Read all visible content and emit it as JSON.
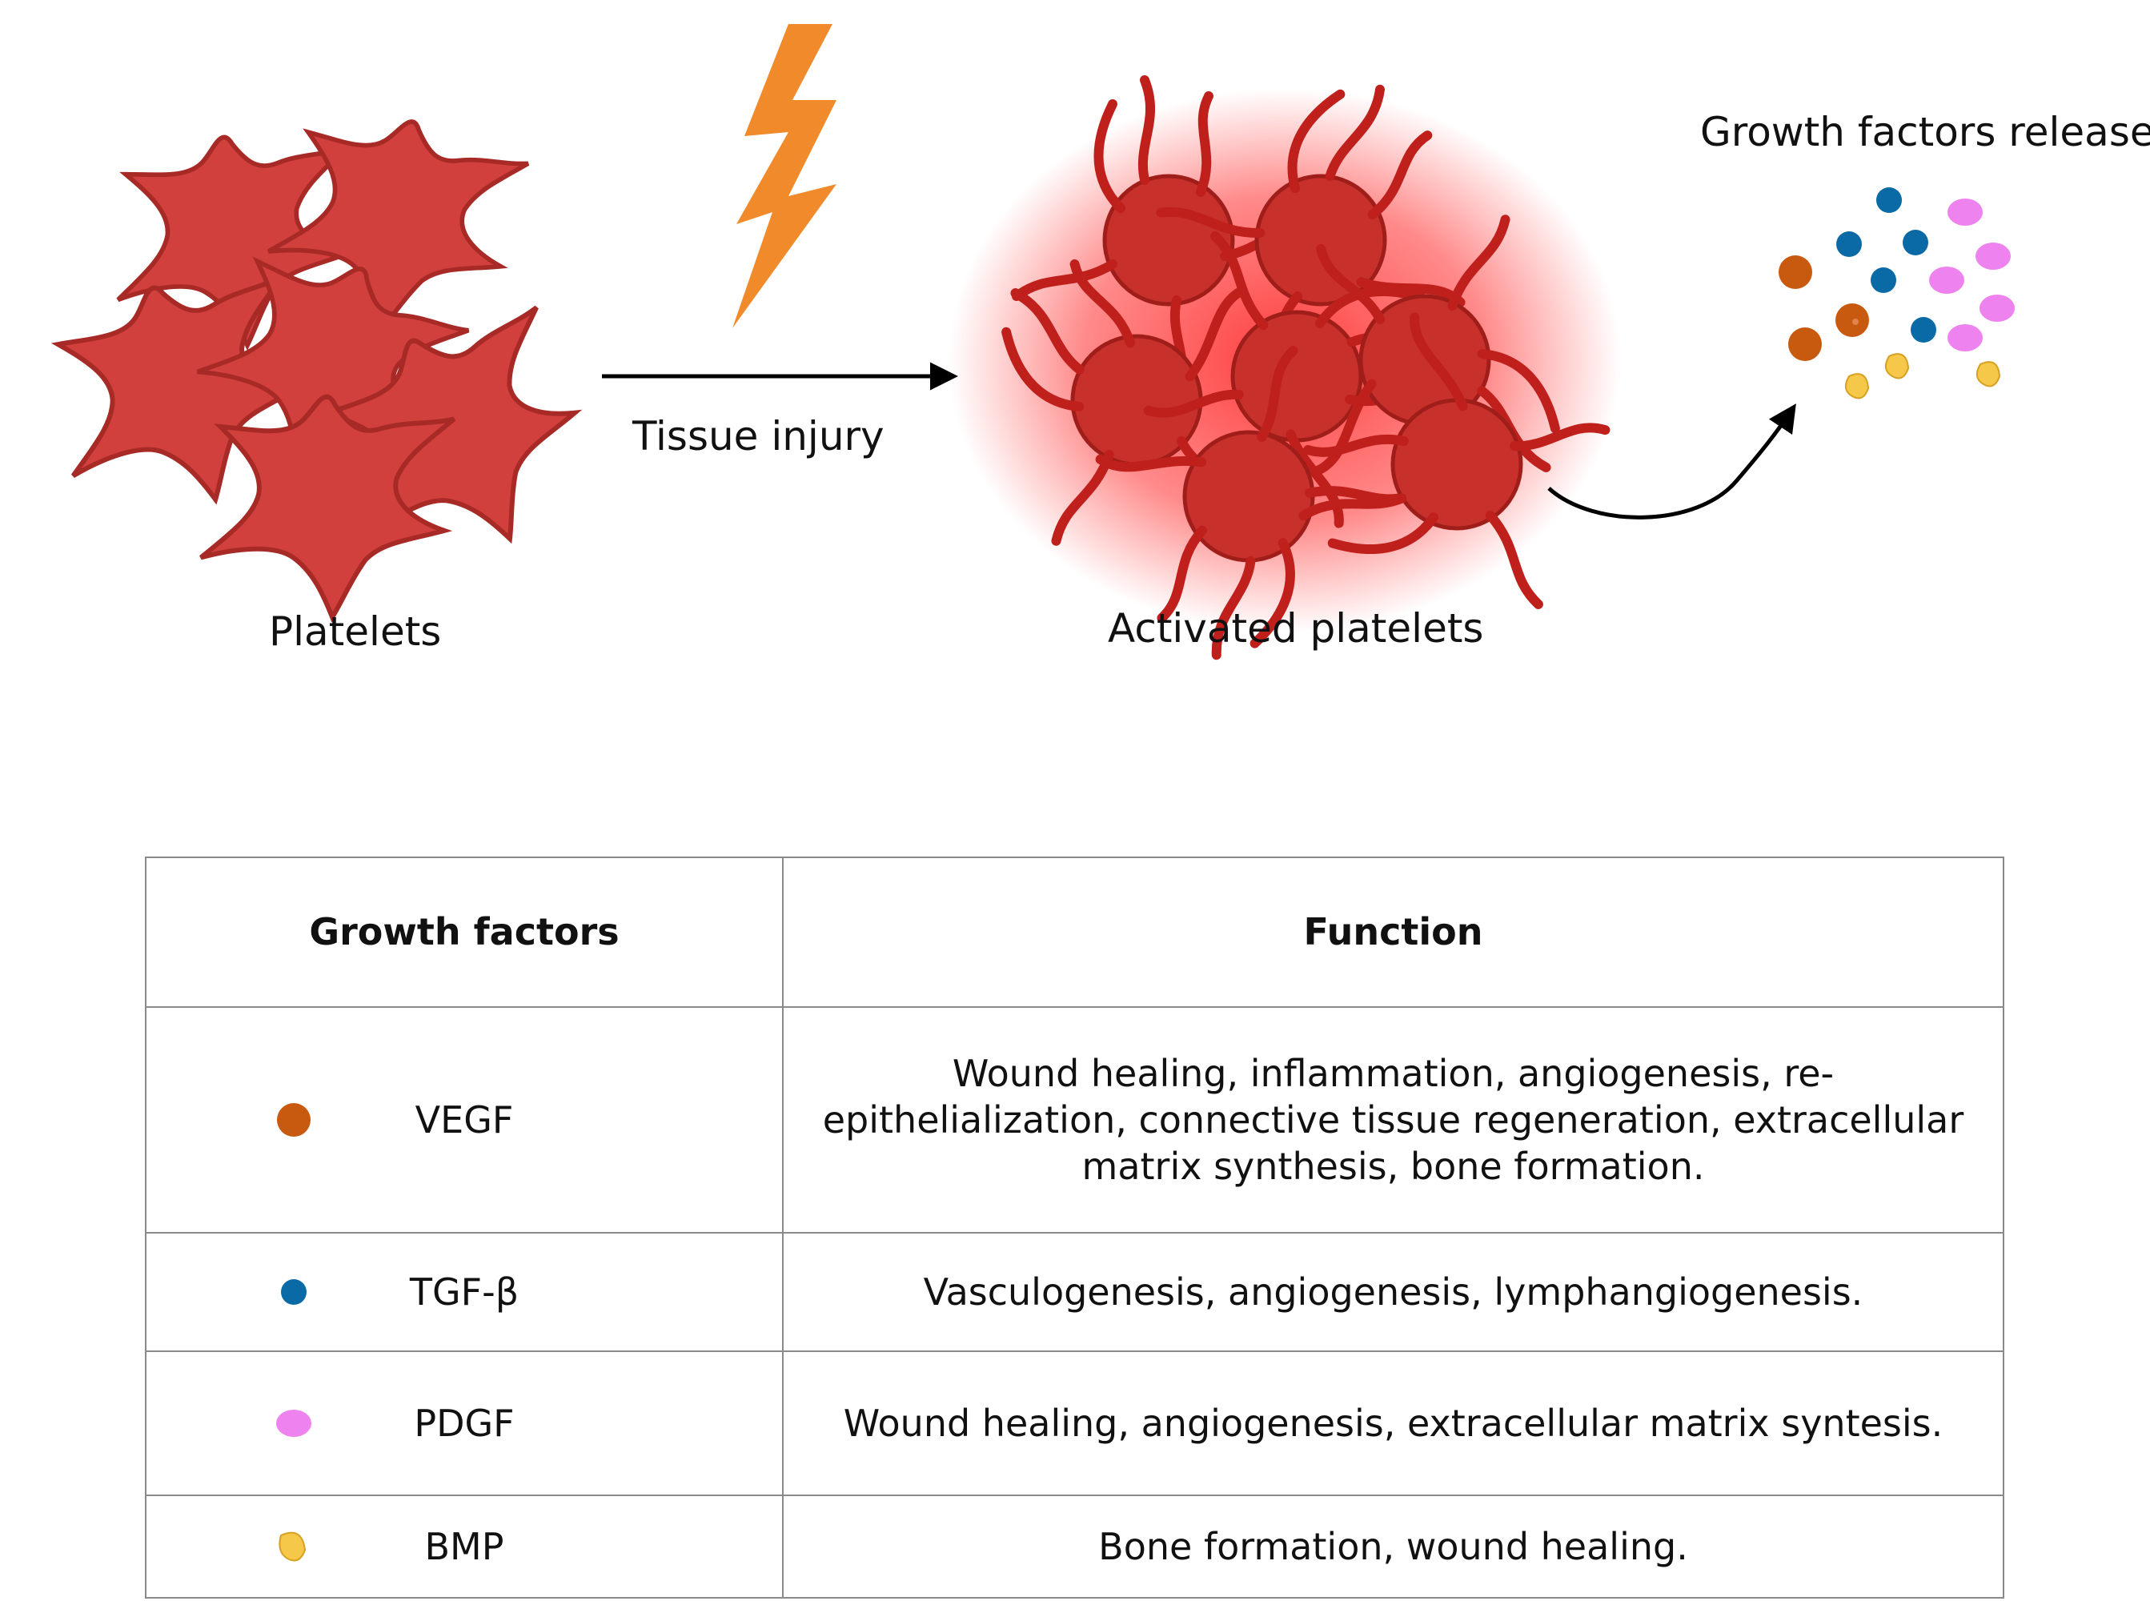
{
  "labels": {
    "platelets": "Platelets",
    "tissue_injury": "Tissue injury",
    "activated_platelets": "Activated platelets",
    "growth_factors_released": "Growth factors released"
  },
  "table": {
    "headers": [
      "Growth factors",
      "Function"
    ],
    "rows": [
      {
        "name": "VEGF",
        "dot_color": "#c85a10",
        "shape": "circle",
        "function": "Wound healing, inflammation, angiogenesis, re-epithelialization, connective tissue regeneration, extracellular matrix synthesis, bone formation."
      },
      {
        "name": "TGF-β",
        "dot_color": "#0a6aa6",
        "shape": "small-circle",
        "function": "Vasculogenesis, angiogenesis, lymphangiogenesis."
      },
      {
        "name": "PDGF",
        "dot_color": "#ee82ee",
        "shape": "ellipse",
        "function": "Wound healing, angiogenesis, extracellular matrix syntesis."
      },
      {
        "name": "BMP",
        "dot_color": "#f5c84a",
        "shape": "drop",
        "function": "Bone formation, wound healing."
      }
    ]
  },
  "colors": {
    "platelet": "#d1403c",
    "platelet_dark": "#a82a26",
    "glow": "#ff2020",
    "lightning": "#f08a2a",
    "arrow": "#000000"
  },
  "icons": [
    "lightning-bolt-icon",
    "platelet-cell-icon",
    "activated-platelet-icon",
    "curved-arrow-icon"
  ]
}
